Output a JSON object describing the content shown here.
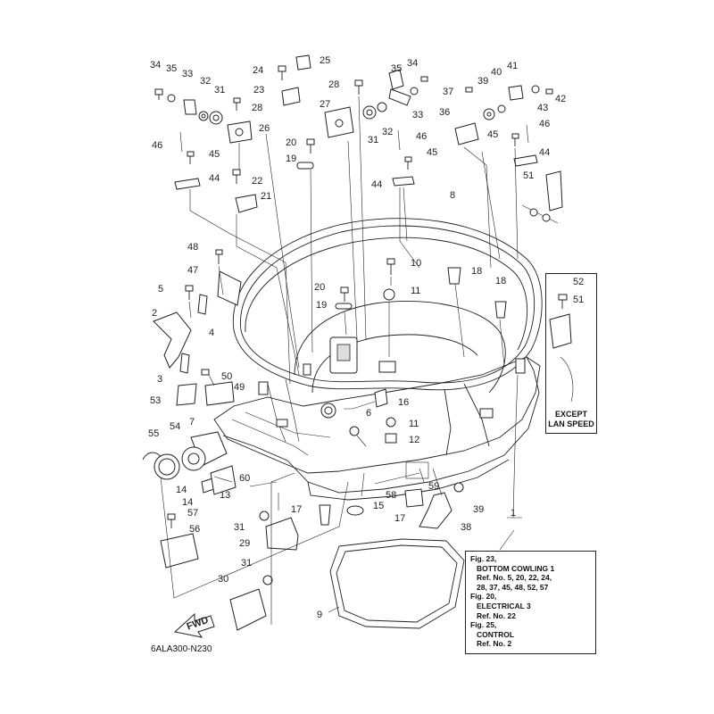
{
  "part_numbers": [
    {
      "id": "34-tl",
      "label": "34"
    },
    {
      "id": "35-tl",
      "label": "35"
    },
    {
      "id": "33-tl",
      "label": "33"
    },
    {
      "id": "32-tl",
      "label": "32"
    },
    {
      "id": "31-tl",
      "label": "31"
    },
    {
      "id": "28-tl",
      "label": "28"
    },
    {
      "id": "26",
      "label": "26"
    },
    {
      "id": "24",
      "label": "24"
    },
    {
      "id": "25",
      "label": "25"
    },
    {
      "id": "23",
      "label": "23"
    },
    {
      "id": "28-c",
      "label": "28"
    },
    {
      "id": "27",
      "label": "27"
    },
    {
      "id": "34-tr",
      "label": "34"
    },
    {
      "id": "35-tr",
      "label": "35"
    },
    {
      "id": "33-tr",
      "label": "33"
    },
    {
      "id": "32-tr",
      "label": "32"
    },
    {
      "id": "31-tr",
      "label": "31"
    },
    {
      "id": "46-c",
      "label": "46"
    },
    {
      "id": "45-c",
      "label": "45"
    },
    {
      "id": "44-c",
      "label": "44"
    },
    {
      "id": "20-top",
      "label": "20"
    },
    {
      "id": "19-top",
      "label": "19"
    },
    {
      "id": "46-l",
      "label": "46"
    },
    {
      "id": "45-l",
      "label": "45"
    },
    {
      "id": "44-l",
      "label": "44"
    },
    {
      "id": "22",
      "label": "22"
    },
    {
      "id": "21",
      "label": "21"
    },
    {
      "id": "41",
      "label": "41"
    },
    {
      "id": "40",
      "label": "40"
    },
    {
      "id": "42",
      "label": "42"
    },
    {
      "id": "39-t",
      "label": "39"
    },
    {
      "id": "37",
      "label": "37"
    },
    {
      "id": "43",
      "label": "43"
    },
    {
      "id": "36",
      "label": "36"
    },
    {
      "id": "46-r",
      "label": "46"
    },
    {
      "id": "45-r",
      "label": "45"
    },
    {
      "id": "44-r",
      "label": "44"
    },
    {
      "id": "51-t",
      "label": "51"
    },
    {
      "id": "8",
      "label": "8"
    },
    {
      "id": "48",
      "label": "48"
    },
    {
      "id": "47",
      "label": "47"
    },
    {
      "id": "10",
      "label": "10"
    },
    {
      "id": "18-a",
      "label": "18"
    },
    {
      "id": "18-b",
      "label": "18"
    },
    {
      "id": "5",
      "label": "5"
    },
    {
      "id": "20-m",
      "label": "20"
    },
    {
      "id": "11-a",
      "label": "11"
    },
    {
      "id": "19-m",
      "label": "19"
    },
    {
      "id": "2",
      "label": "2"
    },
    {
      "id": "4",
      "label": "4"
    },
    {
      "id": "52",
      "label": "52"
    },
    {
      "id": "51-b",
      "label": "51"
    },
    {
      "id": "3",
      "label": "3"
    },
    {
      "id": "50",
      "label": "50"
    },
    {
      "id": "49",
      "label": "49"
    },
    {
      "id": "53",
      "label": "53"
    },
    {
      "id": "16",
      "label": "16"
    },
    {
      "id": "6",
      "label": "6"
    },
    {
      "id": "11-b",
      "label": "11"
    },
    {
      "id": "12",
      "label": "12"
    },
    {
      "id": "7",
      "label": "7"
    },
    {
      "id": "55",
      "label": "55"
    },
    {
      "id": "54",
      "label": "54"
    },
    {
      "id": "60",
      "label": "60"
    },
    {
      "id": "14-a",
      "label": "14"
    },
    {
      "id": "14-b",
      "label": "14"
    },
    {
      "id": "13",
      "label": "13"
    },
    {
      "id": "58",
      "label": "58"
    },
    {
      "id": "59",
      "label": "59"
    },
    {
      "id": "39-b",
      "label": "39"
    },
    {
      "id": "15",
      "label": "15"
    },
    {
      "id": "17-a",
      "label": "17"
    },
    {
      "id": "17-b",
      "label": "17"
    },
    {
      "id": "38",
      "label": "38"
    },
    {
      "id": "57",
      "label": "57"
    },
    {
      "id": "31-b",
      "label": "31"
    },
    {
      "id": "56",
      "label": "56"
    },
    {
      "id": "29",
      "label": "29"
    },
    {
      "id": "1",
      "label": "1"
    },
    {
      "id": "31-c",
      "label": "31"
    },
    {
      "id": "30",
      "label": "30"
    },
    {
      "id": "9",
      "label": "9"
    }
  ],
  "except_note": {
    "line1": "EXCEPT",
    "line2": "LAN SPEED"
  },
  "reference_note": [
    {
      "text": "Fig. 23,",
      "indent": false
    },
    {
      "text": "BOTTOM COWLING 1",
      "indent": true
    },
    {
      "text": "Ref. No. 5, 20, 22, 24,",
      "indent": true
    },
    {
      "text": "28, 37, 45, 48, 52, 57",
      "indent": true
    },
    {
      "text": "Fig. 20,",
      "indent": false
    },
    {
      "text": "ELECTRICAL 3",
      "indent": true
    },
    {
      "text": "Ref. No. 22",
      "indent": true
    },
    {
      "text": "Fig. 25,",
      "indent": false
    },
    {
      "text": "CONTROL",
      "indent": true
    },
    {
      "text": "Ref. No. 2",
      "indent": true
    }
  ],
  "fwd_label": "FWD",
  "figure_code": "6ALA300-N230"
}
